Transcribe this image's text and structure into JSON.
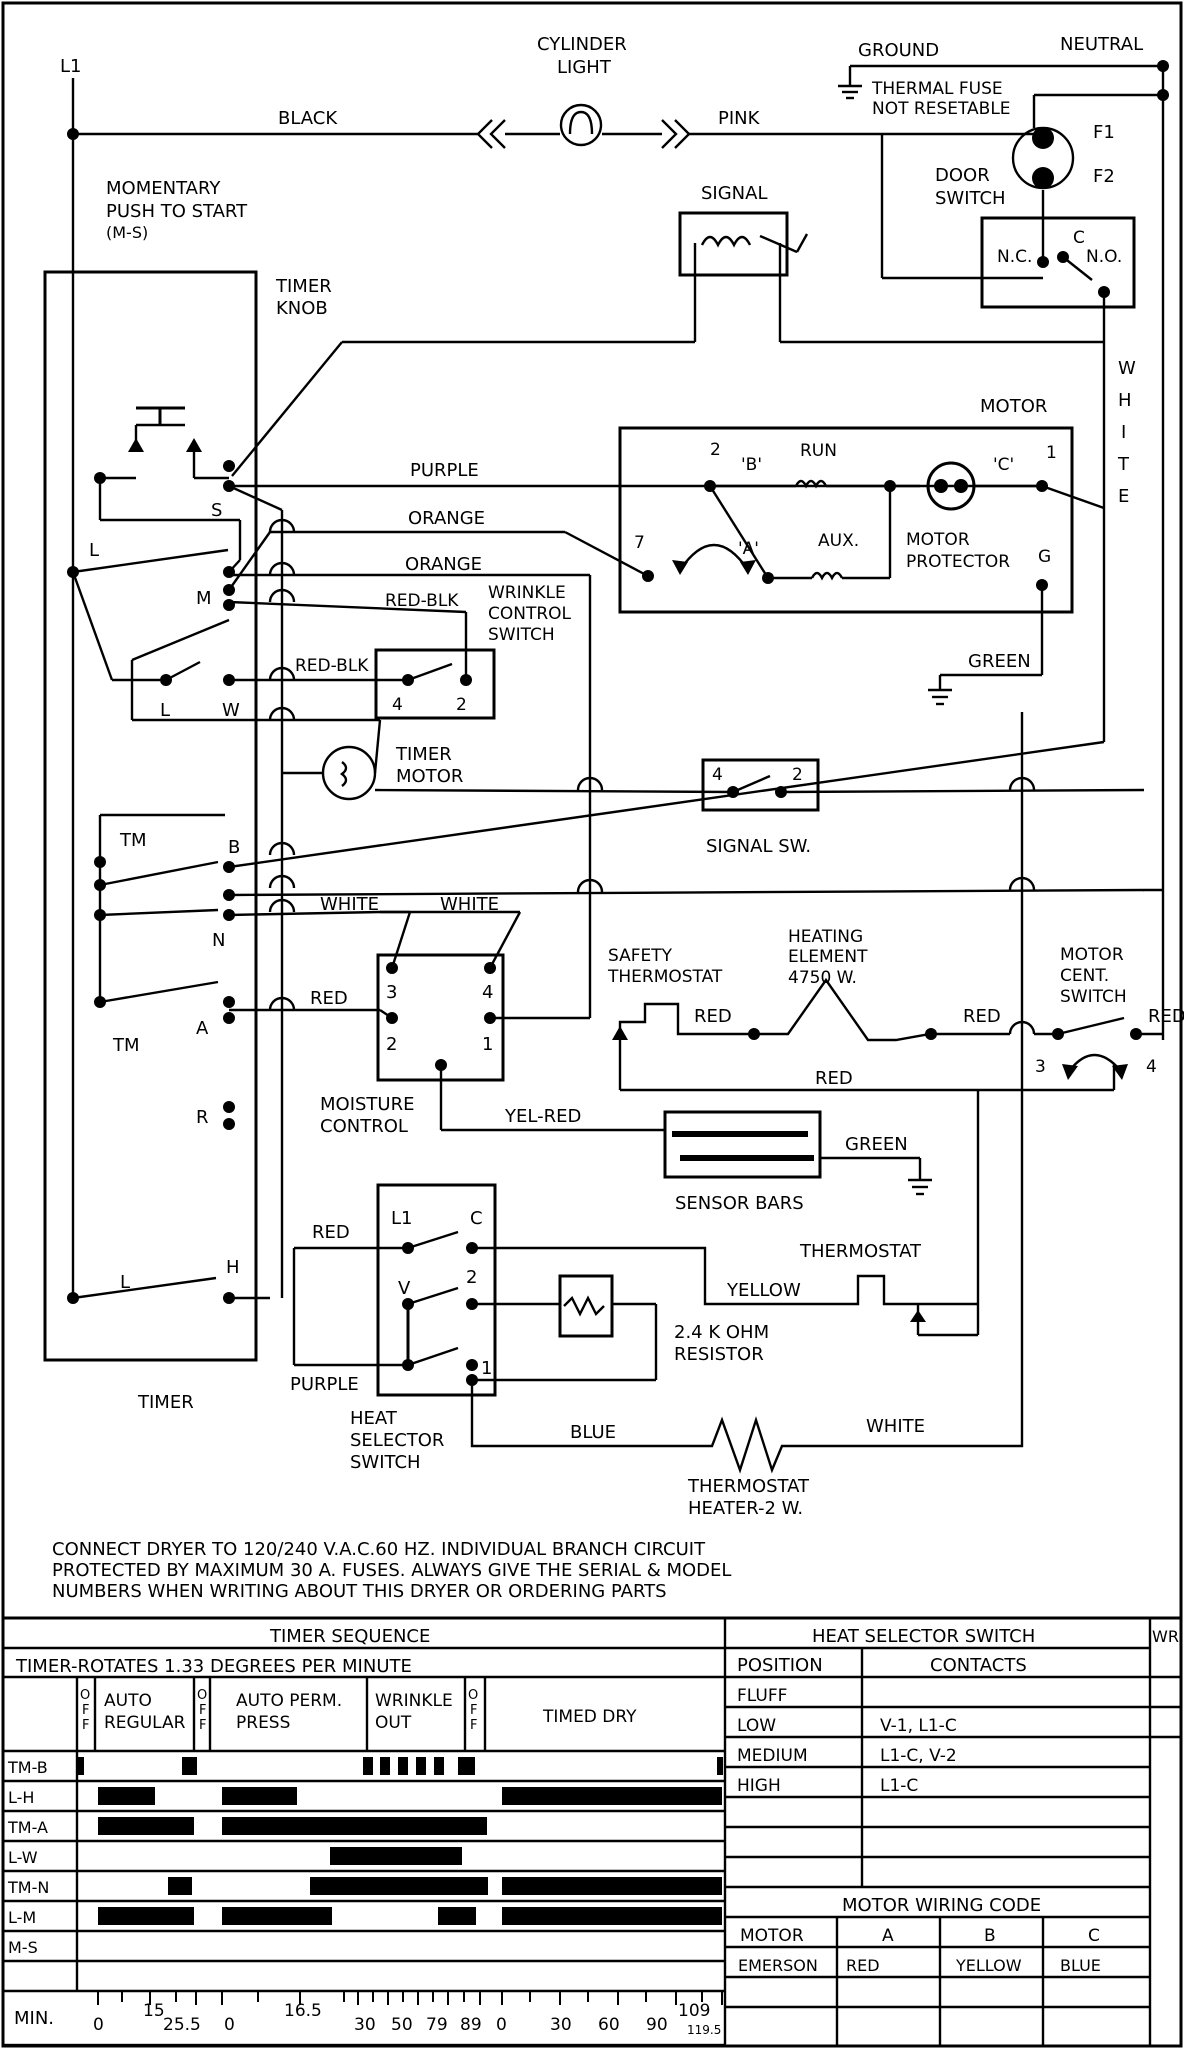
{
  "schematic": {
    "terminals": {
      "l1": "L1",
      "ground": "GROUND",
      "neutral": "NEUTRAL"
    },
    "wire_colors": {
      "black": "BLACK",
      "pink": "PINK",
      "purple": "PURPLE",
      "orange1": "ORANGE",
      "orange2": "ORANGE",
      "red_blk1": "RED-BLK",
      "red_blk2": "RED-BLK",
      "white1": "WHITE",
      "white2": "WHITE",
      "red_moist": "RED",
      "red_heat_in": "RED",
      "red_heat_out": "RED",
      "red_cent": "RED",
      "red_return": "RED",
      "yel_red": "YEL-RED",
      "green_motor": "GREEN",
      "green_sensor": "GREEN",
      "red_selector": "RED",
      "purple_selector": "PURPLE",
      "yellow": "YELLOW",
      "blue": "BLUE",
      "white_bottom": "WHITE",
      "white_vertical": [
        "W",
        "H",
        "I",
        "T",
        "E"
      ]
    },
    "components": {
      "cylinder_light": [
        "CYLINDER",
        "LIGHT"
      ],
      "thermal_fuse": [
        "THERMAL FUSE",
        "NOT RESETABLE"
      ],
      "fuse_f1": "F1",
      "fuse_f2": "F2",
      "door_switch": [
        "DOOR",
        "SWITCH"
      ],
      "door_nc": "N.C.",
      "door_c": "C",
      "door_no": "N.O.",
      "signal": "SIGNAL",
      "momentary": [
        "MOMENTARY",
        "PUSH TO START",
        "(M-S)"
      ],
      "timer_knob": [
        "TIMER",
        "KNOB"
      ],
      "motor": "MOTOR",
      "motor_pins": {
        "p2": "2",
        "b": "'B'",
        "run": "RUN",
        "c": "'C'",
        "p1": "1",
        "p7": "7",
        "a": "'A'",
        "aux": "AUX.",
        "g": "G"
      },
      "motor_protector": [
        "MOTOR",
        "PROTECTOR"
      ],
      "wrinkle_switch": [
        "WRINKLE",
        "CONTROL",
        "SWITCH"
      ],
      "wrinkle_pins": [
        "4",
        "2"
      ],
      "timer_motor": [
        "TIMER",
        "MOTOR"
      ],
      "signal_sw": "SIGNAL SW.",
      "signal_sw_pins": [
        "4",
        "2"
      ],
      "safety_thermostat": [
        "SAFETY",
        "THERMOSTAT"
      ],
      "heating_element": [
        "HEATING",
        "ELEMENT",
        "4750 W."
      ],
      "motor_cent_switch": [
        "MOTOR",
        "CENT.",
        "SWITCH"
      ],
      "cent_pins": [
        "3",
        "4"
      ],
      "moisture_control": [
        "MOISTURE",
        "CONTROL"
      ],
      "moisture_pins": [
        "3",
        "4",
        "2",
        "1"
      ],
      "sensor_bars": "SENSOR BARS",
      "thermostat": "THERMOSTAT",
      "heat_selector": [
        "HEAT",
        "SELECTOR",
        "SWITCH"
      ],
      "selector_pins": [
        "L1",
        "C",
        "V",
        "2",
        "1"
      ],
      "resistor": [
        "2.4 K OHM",
        "RESISTOR"
      ],
      "thermostat_heater": [
        "THERMOSTAT",
        "HEATER-2 W."
      ],
      "timer_label": "TIMER",
      "timer_terminals": [
        "S",
        "L",
        "M",
        "L",
        "W",
        "TM",
        "B",
        "N",
        "TM",
        "A",
        "R",
        "L",
        "H"
      ]
    },
    "note": [
      "CONNECT DRYER TO 120/240 V.A.C.60 HZ. INDIVIDUAL BRANCH CIRCUIT",
      "PROTECTED BY MAXIMUM 30 A. FUSES. ALWAYS GIVE THE SERIAL & MODEL",
      "NUMBERS WHEN WRITING ABOUT THIS DRYER OR ORDERING PARTS"
    ]
  },
  "timer_sequence": {
    "title": "TIMER SEQUENCE",
    "subtitle": "TIMER-ROTATES 1.33 DEGREES PER MINUTE",
    "cycles": {
      "off1": "OFF",
      "auto_regular": [
        "AUTO",
        "REGULAR"
      ],
      "off2": "OFF",
      "auto_perm": [
        "AUTO PERM.",
        "PRESS"
      ],
      "wrinkle_out": [
        "WRINKLE",
        "OUT"
      ],
      "off3": "OFF",
      "timed_dry": "TIMED DRY"
    },
    "row_labels": [
      "TM-B",
      "L-H",
      "TM-A",
      "L-W",
      "TM-N",
      "L-M",
      "M-S"
    ],
    "min_label": "MIN.",
    "minute_ticks": [
      "0",
      "15",
      "25.5",
      "0",
      "16.5",
      "30",
      "50",
      "79",
      "89",
      "0",
      "30",
      "60",
      "90",
      "109",
      "119.5"
    ]
  },
  "heat_selector_table": {
    "title": "HEAT SELECTOR SWITCH",
    "headers": [
      "POSITION",
      "CONTACTS"
    ],
    "rows": [
      [
        "FLUFF",
        ""
      ],
      [
        "LOW",
        "V-1, L1-C"
      ],
      [
        "MEDIUM",
        "L1-C, V-2"
      ],
      [
        "HIGH",
        "L1-C"
      ]
    ],
    "cut_off_header": "WR"
  },
  "motor_wiring_code": {
    "title": "MOTOR WIRING CODE",
    "headers": [
      "MOTOR",
      "A",
      "B",
      "C"
    ],
    "rows": [
      [
        "EMERSON",
        "RED",
        "YELLOW",
        "BLUE"
      ]
    ]
  }
}
